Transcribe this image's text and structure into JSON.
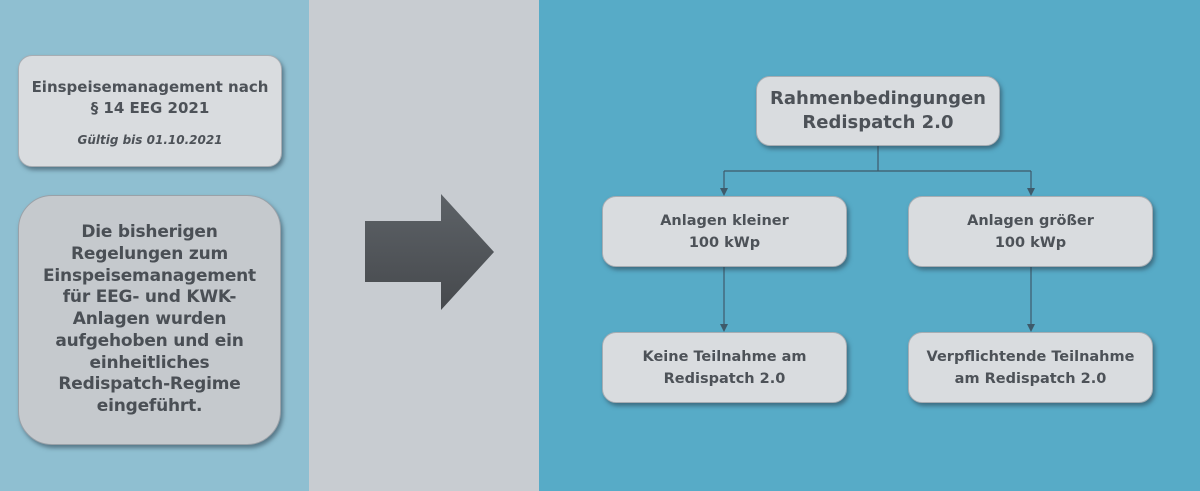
{
  "colors": {
    "left_panel": "#8fbfd1",
    "middle_panel": "#c8ccd1",
    "right_panel": "#57abc7",
    "box_fill": "#d9dcdf",
    "text": "#4d5258",
    "arrow": "#50555b",
    "connector": "#3e5a6a"
  },
  "left": {
    "legal_box": {
      "title": "Einspeisemanagement nach\n§ 14 EEG 2021",
      "validity": "Gültig bis 01.10.2021"
    },
    "note_box": {
      "text": "Die bisherigen\nRegelungen zum\nEinspeisemanagement\nfür EEG- und KWK-\nAnlagen wurden\naufgehoben und ein\neinheitliches\nRedispatch-Regime\neingeführt."
    }
  },
  "middle": {
    "arrow_icon": "arrow-right-icon"
  },
  "flowchart": {
    "root": "Rahmenbedingungen\nRedispatch 2.0",
    "branches": [
      {
        "condition": "Anlagen kleiner\n100 kWp",
        "result": "Keine Teilnahme am\nRedispatch 2.0"
      },
      {
        "condition": "Anlagen größer\n100 kWp",
        "result": "Verpflichtende Teilnahme\nam Redispatch 2.0"
      }
    ]
  }
}
